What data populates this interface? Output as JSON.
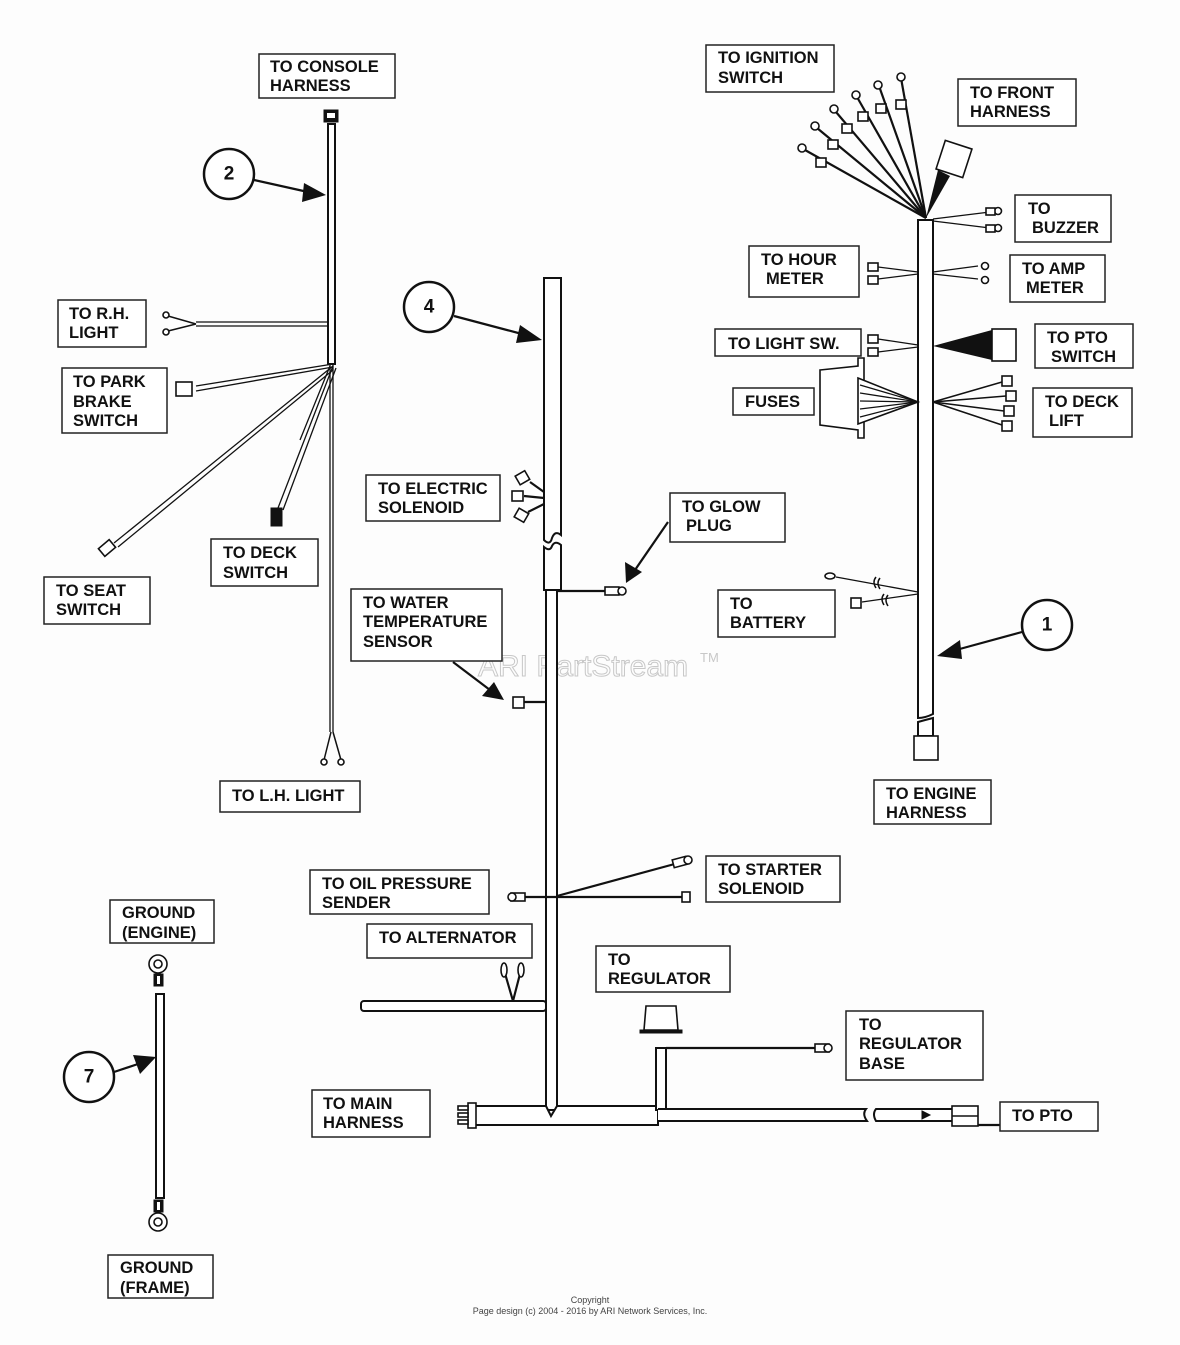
{
  "labels": {
    "console_harness": [
      "TO CONSOLE",
      "HARNESS"
    ],
    "rh_light": [
      "TO R.H.",
      "LIGHT"
    ],
    "park_brake": [
      "TO PARK",
      "BRAKE",
      "SWITCH"
    ],
    "seat_switch": [
      "TO SEAT",
      "SWITCH"
    ],
    "deck_switch": [
      "TO DECK",
      "SWITCH"
    ],
    "lh_light": [
      "TO L.H. LIGHT"
    ],
    "ignition_switch": [
      "TO IGNITION",
      "SWITCH"
    ],
    "front_harness": [
      "TO FRONT",
      "HARNESS"
    ],
    "buzzer": [
      "TO",
      "BUZZER"
    ],
    "hour_meter": [
      "TO HOUR",
      "METER"
    ],
    "amp_meter": [
      "TO AMP",
      "METER"
    ],
    "light_sw": [
      "TO LIGHT SW."
    ],
    "pto_switch": [
      "TO PTO",
      "SWITCH"
    ],
    "fuses": [
      "FUSES"
    ],
    "deck_lift": [
      "TO DECK",
      "LIFT"
    ],
    "battery": [
      "TO",
      "BATTERY"
    ],
    "engine_harness": [
      "TO ENGINE",
      "HARNESS"
    ],
    "electric_solenoid": [
      "TO ELECTRIC",
      "SOLENOID"
    ],
    "glow_plug": [
      "TO GLOW",
      "PLUG"
    ],
    "water_temp": [
      "TO WATER",
      "TEMPERATURE",
      "SENSOR"
    ],
    "oil_pressure": [
      "TO OIL PRESSURE",
      "SENDER"
    ],
    "starter_solenoid": [
      "TO STARTER",
      "SOLENOID"
    ],
    "alternator": [
      "TO ALTERNATOR"
    ],
    "regulator": [
      "TO",
      "REGULATOR"
    ],
    "regulator_base": [
      "TO",
      "REGULATOR",
      "BASE"
    ],
    "main_harness": [
      "TO MAIN",
      "HARNESS"
    ],
    "pto": [
      "TO PTO"
    ],
    "ground_engine": [
      "GROUND",
      "(ENGINE)"
    ],
    "ground_frame": [
      "GROUND",
      "(FRAME)"
    ]
  },
  "callouts": {
    "item_1": "1",
    "item_2": "2",
    "item_4": "4",
    "item_7": "7"
  },
  "watermark": {
    "text": "ARI PartStream",
    "tm": "TM"
  },
  "footer": {
    "line1": "Copyright",
    "line2": "Page design (c) 2004 - 2016 by ARI Network Services, Inc."
  }
}
